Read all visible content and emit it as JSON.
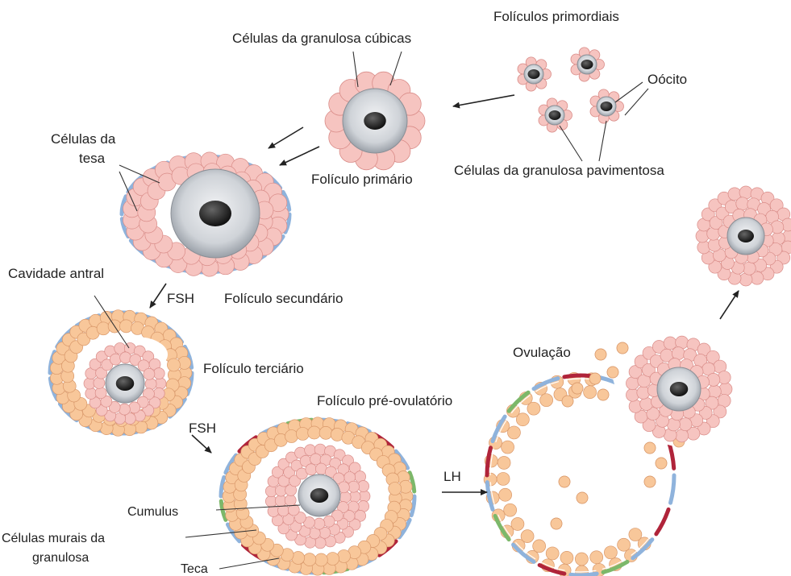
{
  "labels": {
    "celulas_granulosa_cubicas": "Células da granulosa cúbicas",
    "foliculos_primordiais": "Folículos primordiais",
    "oocito": "Oócito",
    "celulas_da": "Células da",
    "tesa": "tesa",
    "foliculo_primario": "Folículo primário",
    "celulas_granulosa_pavimentosa": "Células da granulosa pavimentosa",
    "cavidade_antral": "Cavidade antral",
    "fsh_1": "FSH",
    "foliculo_secundario": "Folículo secundário",
    "foliculo_terciario": "Folículo terciário",
    "ovulacao": "Ovulação",
    "foliculo_pre_ovulatorio": "Folículo pré-ovulatório",
    "fsh_2": "FSH",
    "lh": "LH",
    "cumulus": "Cumulus",
    "celulas_murais_da": "Células murais da",
    "granulosa": "granulosa",
    "teca": "Teca"
  },
  "colors": {
    "pink_cell": "#f6c4c0",
    "pink_stroke": "#d98c88",
    "orange_cell": "#f8c79a",
    "orange_stroke": "#d9986a",
    "zona": "#cfd3d8",
    "nucleus": "#222222",
    "theca_blue": "#8fb3dc",
    "theca_red": "#b0243a",
    "theca_green": "#7cb86a"
  }
}
